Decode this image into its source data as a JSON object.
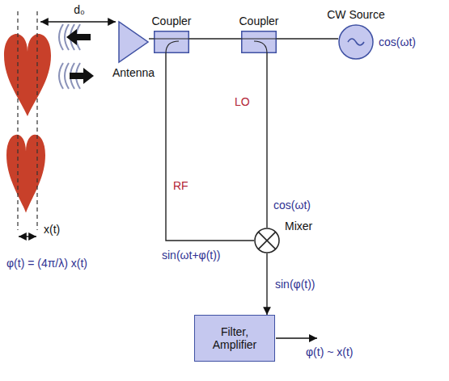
{
  "diagram": {
    "nodes": [
      {
        "text": [
          "Antenna"
        ]
      },
      {
        "text": [
          "Coupler"
        ]
      },
      {
        "text": [
          "Coupler"
        ]
      },
      {
        "text": [
          "CW Source"
        ]
      },
      {
        "text": [
          "Mixer"
        ]
      },
      {
        "text": [
          "Filter, Amplifier"
        ]
      }
    ],
    "edges": [
      {
        "from": 0,
        "to": 1,
        "arrow": "none"
      },
      {
        "from": 1,
        "to": 2,
        "arrow": "none"
      },
      {
        "from": 2,
        "to": 3,
        "arrow": "none"
      },
      {
        "from": 1,
        "to": 4,
        "label": "RF",
        "arrow": "none"
      },
      {
        "from": 2,
        "to": 4,
        "label": "LO",
        "arrow": "none"
      },
      {
        "from": 4,
        "to": 5,
        "label": "sin(φ(t))",
        "arrow": "to"
      }
    ],
    "labels": [
      "d₀",
      "x(t)",
      "φ(t) = (4π/λ) x(t)",
      "cos(ωt)",
      "cos(ωt)",
      "sin(ωt+φ(t))",
      "φ(t) ~ x(t)"
    ]
  }
}
